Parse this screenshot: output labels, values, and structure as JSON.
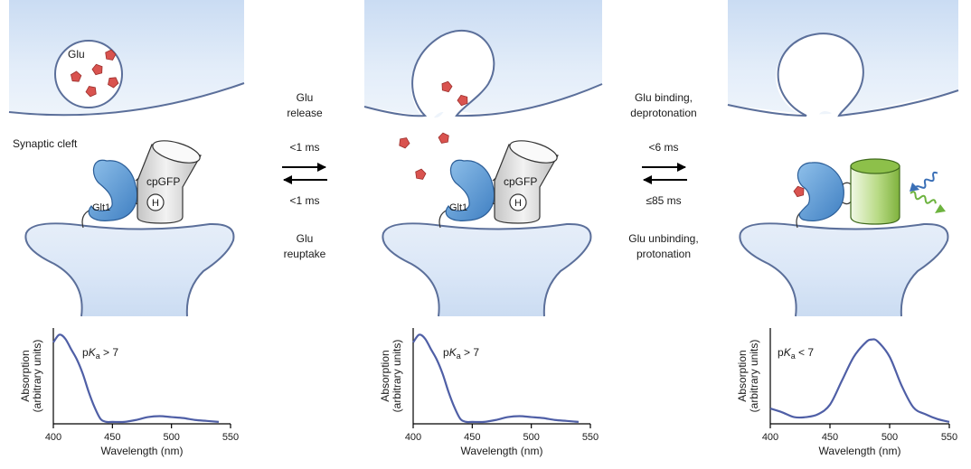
{
  "synaptic_cleft_label": "Synaptic cleft",
  "vesicle_label": "Glu",
  "protein_labels": {
    "glt1": "Glt1",
    "cpgfp": "cpGFP",
    "histidine": "H"
  },
  "transition_1": {
    "top": [
      "Glu",
      "release"
    ],
    "forward_time": "<1 ms",
    "reverse_time": "<1 ms",
    "bottom": [
      "Glu",
      "reuptake"
    ]
  },
  "transition_2": {
    "top": [
      "Glu binding,",
      "deprotonation"
    ],
    "forward_time": "<6 ms",
    "reverse_time": "≤85 ms",
    "bottom": [
      "Glu unbinding,",
      "protonation"
    ]
  },
  "colors": {
    "membrane_fill": "#dbe7f7",
    "membrane_stroke": "#5b6f9a",
    "curve": "#4f5fa6",
    "glutamate": "#d9534f",
    "glt1": "#5c9bd6",
    "cpgfp_off": "#d4d4d4",
    "cpgfp_on": "#8dc04a",
    "arrow_blue": "#3a6fb6",
    "arrow_green": "#6db33f"
  },
  "icons": [
    "glutamate-pentagon-icon",
    "cylinder-cpgfp-icon",
    "wavy-arrow-excitation-icon",
    "wavy-arrow-emission-icon"
  ],
  "chart_data": [
    {
      "type": "line",
      "title": "",
      "annotation": {
        "prefix": "p",
        "italic": "K",
        "sub": "a",
        "suffix": " > 7"
      },
      "xlabel": "Wavelength (nm)",
      "ylabel": [
        "Absorption",
        "(arbitrary units)"
      ],
      "xlim": [
        400,
        550
      ],
      "xticks": [
        400,
        450,
        500,
        550
      ],
      "ylim": [
        0,
        1
      ],
      "series": [
        {
          "x": [
            400,
            405,
            410,
            415,
            420,
            425,
            430,
            435,
            440,
            445,
            450,
            460,
            470,
            480,
            490,
            500,
            510,
            520,
            530,
            540
          ],
          "y": [
            0.85,
            0.93,
            0.89,
            0.78,
            0.67,
            0.52,
            0.33,
            0.17,
            0.05,
            0.02,
            0.02,
            0.02,
            0.04,
            0.07,
            0.08,
            0.07,
            0.06,
            0.04,
            0.03,
            0.02
          ]
        }
      ]
    },
    {
      "type": "line",
      "title": "",
      "annotation": {
        "prefix": "p",
        "italic": "K",
        "sub": "a",
        "suffix": " > 7"
      },
      "xlabel": "Wavelength (nm)",
      "ylabel": [
        "Absorption",
        "(arbitrary units)"
      ],
      "xlim": [
        400,
        550
      ],
      "xticks": [
        400,
        450,
        500,
        550
      ],
      "ylim": [
        0,
        1
      ],
      "series": [
        {
          "x": [
            400,
            405,
            410,
            415,
            420,
            425,
            430,
            435,
            440,
            445,
            450,
            460,
            470,
            480,
            490,
            500,
            510,
            520,
            530,
            540
          ],
          "y": [
            0.85,
            0.93,
            0.89,
            0.78,
            0.67,
            0.52,
            0.33,
            0.17,
            0.05,
            0.02,
            0.02,
            0.02,
            0.04,
            0.07,
            0.08,
            0.07,
            0.06,
            0.04,
            0.03,
            0.02
          ]
        }
      ]
    },
    {
      "type": "line",
      "title": "",
      "annotation": {
        "prefix": "p",
        "italic": "K",
        "sub": "a",
        "suffix": " < 7"
      },
      "xlabel": "Wavelength (nm)",
      "ylabel": [
        "Absorption",
        "(arbitrary units)"
      ],
      "xlim": [
        400,
        550
      ],
      "xticks": [
        400,
        450,
        500,
        550
      ],
      "ylim": [
        0,
        1
      ],
      "series": [
        {
          "x": [
            400,
            410,
            420,
            430,
            440,
            450,
            460,
            470,
            480,
            485,
            490,
            500,
            510,
            520,
            530,
            540,
            550
          ],
          "y": [
            0.16,
            0.12,
            0.07,
            0.07,
            0.1,
            0.2,
            0.45,
            0.7,
            0.85,
            0.88,
            0.86,
            0.7,
            0.4,
            0.17,
            0.1,
            0.05,
            0.02
          ]
        }
      ]
    }
  ]
}
